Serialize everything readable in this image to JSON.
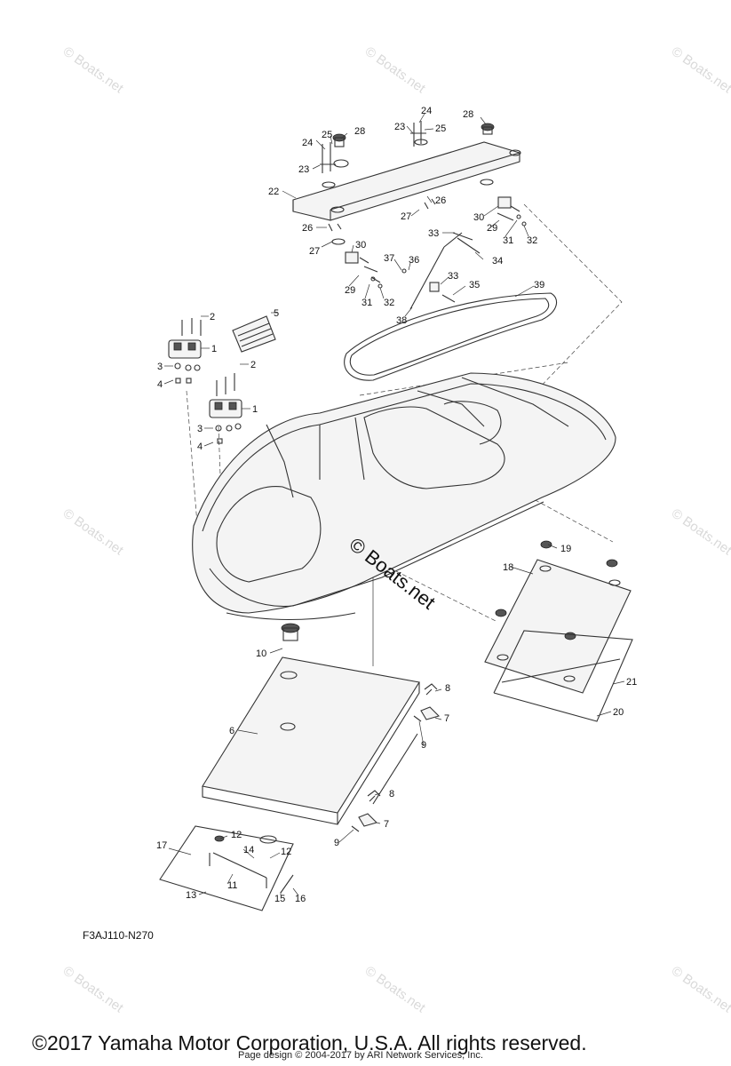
{
  "diagram": {
    "code": "F3AJ110-N270",
    "copyright": "©2017 Yamaha Motor Corporation, U.S.A. All rights reserved.",
    "credit": "Page design © 2004-2017 by ARI Network Services, Inc.",
    "center_watermark": "© Boats.net",
    "corner_watermark": "© Boats.net",
    "callouts": [
      {
        "id": "c1a",
        "label": "1"
      },
      {
        "id": "c1b",
        "label": "1"
      },
      {
        "id": "c2a",
        "label": "2"
      },
      {
        "id": "c2b",
        "label": "2"
      },
      {
        "id": "c3a",
        "label": "3"
      },
      {
        "id": "c3b",
        "label": "3"
      },
      {
        "id": "c4a",
        "label": "4"
      },
      {
        "id": "c4b",
        "label": "4"
      },
      {
        "id": "c5",
        "label": "5"
      },
      {
        "id": "c6",
        "label": "6"
      },
      {
        "id": "c7a",
        "label": "7"
      },
      {
        "id": "c7b",
        "label": "7"
      },
      {
        "id": "c8a",
        "label": "8"
      },
      {
        "id": "c8b",
        "label": "8"
      },
      {
        "id": "c9a",
        "label": "9"
      },
      {
        "id": "c9b",
        "label": "9"
      },
      {
        "id": "c10",
        "label": "10"
      },
      {
        "id": "c11",
        "label": "11"
      },
      {
        "id": "c12a",
        "label": "12"
      },
      {
        "id": "c12b",
        "label": "12"
      },
      {
        "id": "c13",
        "label": "13"
      },
      {
        "id": "c14",
        "label": "14"
      },
      {
        "id": "c15",
        "label": "15"
      },
      {
        "id": "c16",
        "label": "16"
      },
      {
        "id": "c17",
        "label": "17"
      },
      {
        "id": "c18",
        "label": "18"
      },
      {
        "id": "c19",
        "label": "19"
      },
      {
        "id": "c20",
        "label": "20"
      },
      {
        "id": "c21",
        "label": "21"
      },
      {
        "id": "c22",
        "label": "22"
      },
      {
        "id": "c23a",
        "label": "23"
      },
      {
        "id": "c23b",
        "label": "23"
      },
      {
        "id": "c24a",
        "label": "24"
      },
      {
        "id": "c24b",
        "label": "24"
      },
      {
        "id": "c25a",
        "label": "25"
      },
      {
        "id": "c25b",
        "label": "25"
      },
      {
        "id": "c26a",
        "label": "26"
      },
      {
        "id": "c26b",
        "label": "26"
      },
      {
        "id": "c27a",
        "label": "27"
      },
      {
        "id": "c27b",
        "label": "27"
      },
      {
        "id": "c28a",
        "label": "28"
      },
      {
        "id": "c28b",
        "label": "28"
      },
      {
        "id": "c29a",
        "label": "29"
      },
      {
        "id": "c29b",
        "label": "29"
      },
      {
        "id": "c30a",
        "label": "30"
      },
      {
        "id": "c30b",
        "label": "30"
      },
      {
        "id": "c31a",
        "label": "31"
      },
      {
        "id": "c31b",
        "label": "31"
      },
      {
        "id": "c32a",
        "label": "32"
      },
      {
        "id": "c32b",
        "label": "32"
      },
      {
        "id": "c33a",
        "label": "33"
      },
      {
        "id": "c33b",
        "label": "33"
      },
      {
        "id": "c34",
        "label": "34"
      },
      {
        "id": "c35",
        "label": "35"
      },
      {
        "id": "c36",
        "label": "36"
      },
      {
        "id": "c37",
        "label": "37"
      },
      {
        "id": "c38",
        "label": "38"
      },
      {
        "id": "c39",
        "label": "39"
      }
    ]
  }
}
